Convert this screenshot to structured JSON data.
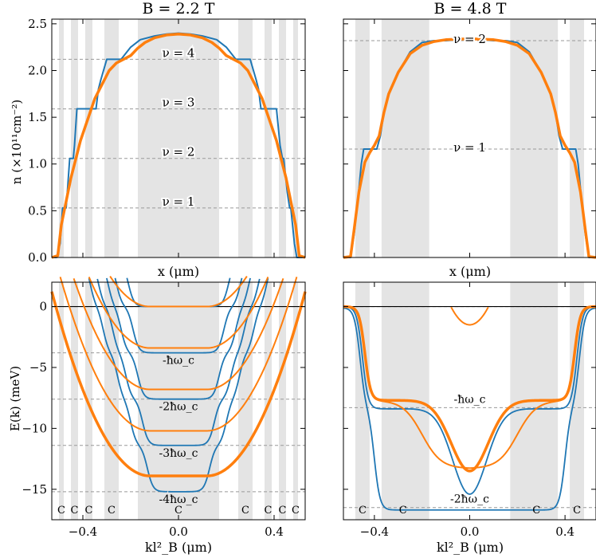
{
  "figure": {
    "colors": {
      "blue": "#1f77b4",
      "orange": "#ff7f0e",
      "shade": "#e4e4e4",
      "ref": "#999999"
    }
  },
  "panels": {
    "top_left": {
      "title": "B = 2.2 T",
      "xlabel": "x (μm)",
      "ylabel": "n (×10¹¹cm⁻²)",
      "yticks": [
        "0.0",
        "0.5",
        "1.0",
        "1.5",
        "2.0",
        "2.5"
      ],
      "annotations": [
        "ν = 4",
        "ν = 3",
        "ν = 2",
        "ν = 1"
      ]
    },
    "top_right": {
      "title": "B = 4.8 T",
      "xlabel": "x (μm)",
      "annotations": [
        "ν = 2",
        "ν = 1"
      ]
    },
    "bottom_left": {
      "xlabel": "kl²_B (μm)",
      "ylabel": "E(k) (meV)",
      "xticks": [
        "−0.4",
        "0.0",
        "0.4"
      ],
      "yticks": [
        "0",
        "−5",
        "−10",
        "−15"
      ],
      "annotations": [
        "-ħω_c",
        "-2ħω_c",
        "-3ħω_c",
        "-4ħω_c"
      ],
      "c_label": "C"
    },
    "bottom_right": {
      "xlabel": "kl²_B (μm)",
      "xticks": [
        "−0.4",
        "0.0",
        "0.4"
      ],
      "annotations": [
        "-ħω_c",
        "-2ħω_c"
      ],
      "c_label": "C"
    }
  },
  "chart_data": [
    {
      "type": "line",
      "panel": "top_left",
      "title": "B = 2.2 T",
      "xlabel": "x (μm)",
      "ylabel": "n (×10¹¹cm⁻²)",
      "xlim": [
        -0.53,
        0.53
      ],
      "ylim": [
        0,
        2.55
      ],
      "grey_bands": [
        [
          -0.5,
          -0.48
        ],
        [
          -0.45,
          -0.42
        ],
        [
          -0.39,
          -0.36
        ],
        [
          -0.31,
          -0.25
        ],
        [
          -0.17,
          0.17
        ],
        [
          0.25,
          0.31
        ],
        [
          0.36,
          0.39
        ],
        [
          0.42,
          0.45
        ],
        [
          0.48,
          0.5
        ]
      ],
      "reference_levels": [
        0.53,
        1.06,
        1.59,
        2.12
      ],
      "series": [
        {
          "name": "",
          "color": "blue",
          "x": [
            -0.53,
            -0.51,
            -0.495,
            -0.485,
            -0.47,
            -0.465,
            -0.455,
            -0.44,
            -0.435,
            -0.425,
            -0.41,
            -0.4,
            -0.39,
            -0.37,
            -0.345,
            -0.335,
            -0.325,
            -0.3,
            -0.28,
            -0.27,
            -0.26,
            -0.24,
            -0.2,
            -0.16,
            -0.1,
            -0.05,
            0.0,
            0.05,
            0.1,
            0.16,
            0.2,
            0.24,
            0.26,
            0.27,
            0.28,
            0.3,
            0.325,
            0.335,
            0.345,
            0.37,
            0.39,
            0.4,
            0.41,
            0.425,
            0.435,
            0.44,
            0.455,
            0.465,
            0.47,
            0.485,
            0.495,
            0.51,
            0.53
          ],
          "y": [
            0.0,
            0.0,
            0.15,
            0.53,
            0.53,
            0.7,
            1.06,
            1.06,
            1.2,
            1.59,
            1.59,
            1.59,
            1.59,
            1.59,
            1.59,
            1.8,
            1.9,
            2.12,
            2.12,
            2.12,
            2.12,
            2.12,
            2.25,
            2.33,
            2.37,
            2.39,
            2.4,
            2.39,
            2.37,
            2.33,
            2.25,
            2.12,
            2.12,
            2.12,
            2.12,
            2.12,
            1.9,
            1.8,
            1.59,
            1.59,
            1.59,
            1.59,
            1.59,
            1.2,
            1.06,
            1.06,
            0.7,
            0.53,
            0.53,
            0.15,
            0.0,
            0.0,
            0.0
          ]
        },
        {
          "name": "",
          "color": "orange",
          "x": [
            -0.53,
            -0.505,
            -0.49,
            -0.47,
            -0.45,
            -0.43,
            -0.41,
            -0.39,
            -0.37,
            -0.35,
            -0.32,
            -0.29,
            -0.26,
            -0.23,
            -0.2,
            -0.17,
            -0.14,
            -0.1,
            -0.05,
            0.0,
            0.05,
            0.1,
            0.14,
            0.17,
            0.2,
            0.23,
            0.26,
            0.29,
            0.32,
            0.35,
            0.37,
            0.39,
            0.41,
            0.43,
            0.45,
            0.47,
            0.49,
            0.505,
            0.53
          ],
          "y": [
            0.0,
            0.02,
            0.35,
            0.6,
            0.85,
            1.05,
            1.25,
            1.4,
            1.55,
            1.7,
            1.85,
            2.0,
            2.08,
            2.12,
            2.16,
            2.24,
            2.3,
            2.35,
            2.38,
            2.39,
            2.38,
            2.35,
            2.3,
            2.24,
            2.16,
            2.12,
            2.08,
            2.0,
            1.85,
            1.7,
            1.55,
            1.4,
            1.25,
            1.05,
            0.85,
            0.6,
            0.35,
            0.02,
            0.0
          ]
        }
      ]
    },
    {
      "type": "line",
      "panel": "top_right",
      "title": "B = 4.8 T",
      "xlabel": "x (μm)",
      "xlim": [
        -0.53,
        0.53
      ],
      "ylim": [
        0,
        2.55
      ],
      "grey_bands": [
        [
          -0.48,
          -0.42
        ],
        [
          -0.37,
          -0.17
        ],
        [
          0.17,
          0.37
        ],
        [
          0.42,
          0.48
        ]
      ],
      "reference_levels": [
        1.16,
        2.32
      ],
      "series": [
        {
          "name": "",
          "color": "blue",
          "x": [
            -0.53,
            -0.5,
            -0.485,
            -0.47,
            -0.455,
            -0.445,
            -0.43,
            -0.41,
            -0.39,
            -0.375,
            -0.36,
            -0.34,
            -0.3,
            -0.25,
            -0.2,
            -0.15,
            -0.1,
            0.0,
            0.1,
            0.15,
            0.2,
            0.25,
            0.3,
            0.34,
            0.36,
            0.375,
            0.39,
            0.41,
            0.43,
            0.445,
            0.455,
            0.47,
            0.485,
            0.5,
            0.53
          ],
          "y": [
            0.0,
            0.0,
            0.25,
            0.6,
            1.0,
            1.16,
            1.16,
            1.16,
            1.16,
            1.3,
            1.55,
            1.75,
            1.98,
            2.2,
            2.3,
            2.32,
            2.32,
            2.34,
            2.32,
            2.32,
            2.3,
            2.2,
            1.98,
            1.75,
            1.55,
            1.3,
            1.16,
            1.16,
            1.16,
            1.16,
            1.0,
            0.6,
            0.25,
            0.0,
            0.0
          ]
        },
        {
          "name": "",
          "color": "orange",
          "x": [
            -0.53,
            -0.5,
            -0.485,
            -0.465,
            -0.44,
            -0.42,
            -0.4,
            -0.38,
            -0.36,
            -0.34,
            -0.3,
            -0.25,
            -0.2,
            -0.15,
            -0.1,
            0.0,
            0.1,
            0.15,
            0.2,
            0.25,
            0.3,
            0.34,
            0.36,
            0.38,
            0.4,
            0.42,
            0.44,
            0.465,
            0.485,
            0.5,
            0.53
          ],
          "y": [
            0.0,
            0.01,
            0.3,
            0.7,
            1.02,
            1.12,
            1.2,
            1.3,
            1.55,
            1.75,
            1.98,
            2.18,
            2.27,
            2.31,
            2.33,
            2.34,
            2.33,
            2.31,
            2.27,
            2.18,
            1.98,
            1.75,
            1.55,
            1.3,
            1.2,
            1.12,
            1.02,
            0.7,
            0.3,
            0.01,
            0.0
          ]
        }
      ]
    },
    {
      "type": "line",
      "panel": "bottom_left",
      "xlabel": "kl²_B (μm)",
      "ylabel": "E(k) (meV)",
      "xlim": [
        -0.53,
        0.53
      ],
      "ylim": [
        -17.5,
        2
      ],
      "grey_bands": [
        [
          -0.5,
          -0.48
        ],
        [
          -0.45,
          -0.42
        ],
        [
          -0.39,
          -0.36
        ],
        [
          -0.31,
          -0.25
        ],
        [
          -0.17,
          0.17
        ],
        [
          0.25,
          0.31
        ],
        [
          0.36,
          0.39
        ],
        [
          0.42,
          0.45
        ],
        [
          0.48,
          0.5
        ]
      ],
      "reference_levels": [
        0,
        -3.8,
        -7.6,
        -11.4,
        -15.2
      ],
      "c_positions": [
        -0.49,
        -0.435,
        -0.375,
        -0.28,
        0.0,
        0.28,
        0.375,
        0.435,
        0.49
      ]
    },
    {
      "type": "line",
      "panel": "bottom_right",
      "xlabel": "kl²_B (μm)",
      "xlim": [
        -0.53,
        0.53
      ],
      "ylim": [
        -17.5,
        2
      ],
      "grey_bands": [
        [
          -0.48,
          -0.42
        ],
        [
          -0.37,
          -0.17
        ],
        [
          0.17,
          0.37
        ],
        [
          0.42,
          0.48
        ]
      ],
      "reference_levels": [
        0,
        -8.3,
        -16.5
      ],
      "c_positions": [
        -0.45,
        -0.28,
        0.28,
        0.45
      ]
    }
  ]
}
